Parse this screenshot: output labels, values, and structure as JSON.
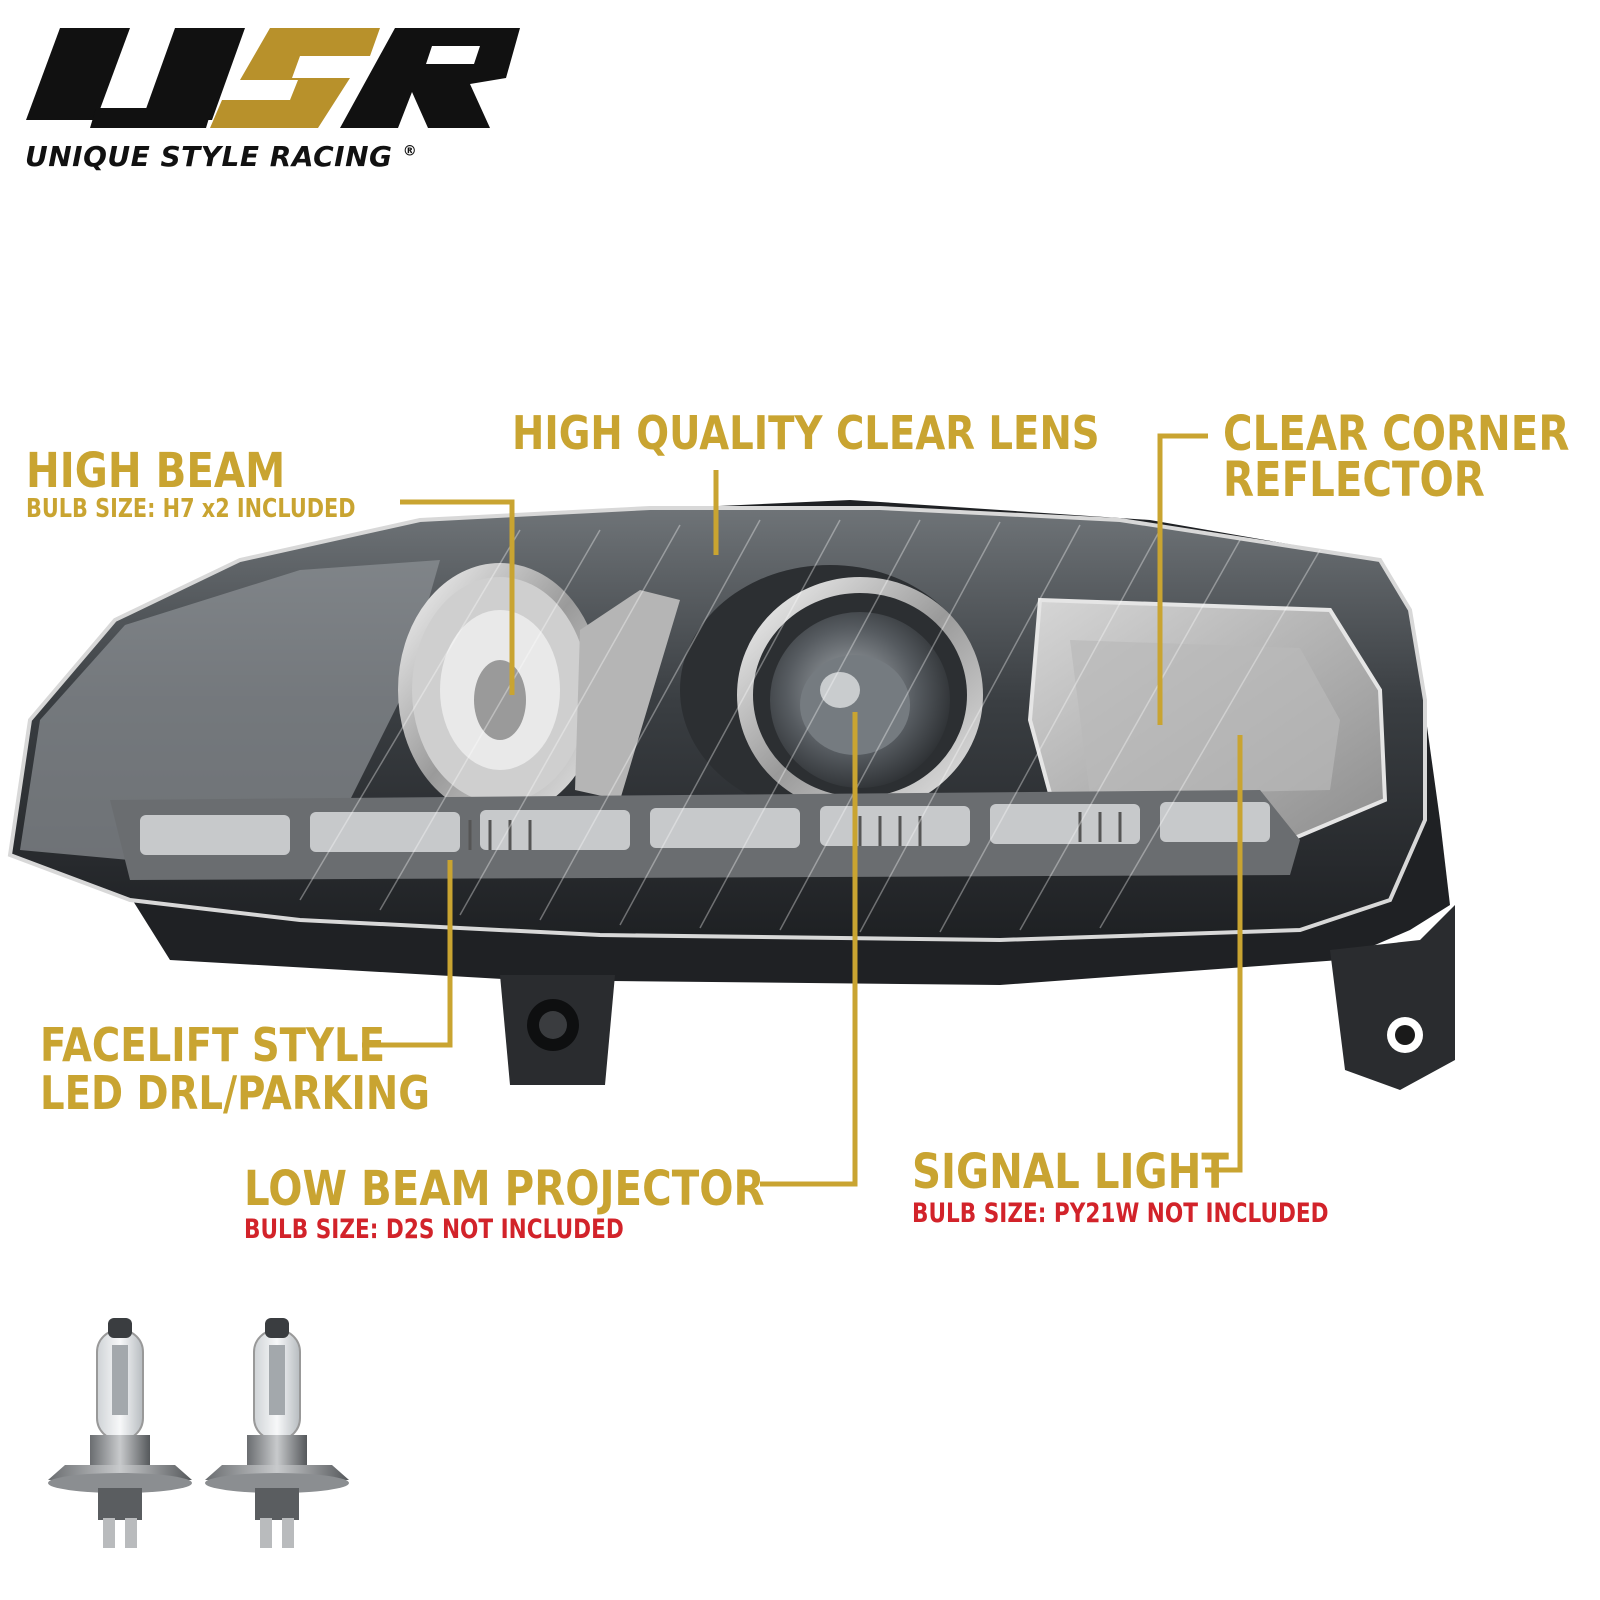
{
  "brand": {
    "logo_letters": "USR",
    "name": "UNIQUE STYLE RACING",
    "registered_mark": "®",
    "colors": {
      "black": "#111111",
      "gold": "#b8912b"
    }
  },
  "callouts": {
    "high_beam": {
      "title": "HIGH BEAM",
      "subtitle": "BULB SIZE: H7 x2 INCLUDED"
    },
    "lens": {
      "title": "HIGH QUALITY CLEAR LENS"
    },
    "corner_reflector": {
      "line1": "CLEAR CORNER",
      "line2": "REFLECTOR"
    },
    "drl": {
      "line1": "FACELIFT STYLE",
      "line2": "LED DRL/PARKING"
    },
    "low_beam": {
      "title": "LOW BEAM PROJECTOR",
      "subtitle": "BULB SIZE: D2S NOT INCLUDED"
    },
    "signal": {
      "title": "SIGNAL LIGHT",
      "subtitle": "BULB SIZE: PY21W NOT INCLUDED"
    }
  },
  "colors": {
    "callout_gold": "#c9a431",
    "warning_red": "#d2232a"
  },
  "images": {
    "headlight": "headlight-assembly",
    "bulbs": [
      "h7-halogen-bulb",
      "h7-halogen-bulb"
    ]
  }
}
